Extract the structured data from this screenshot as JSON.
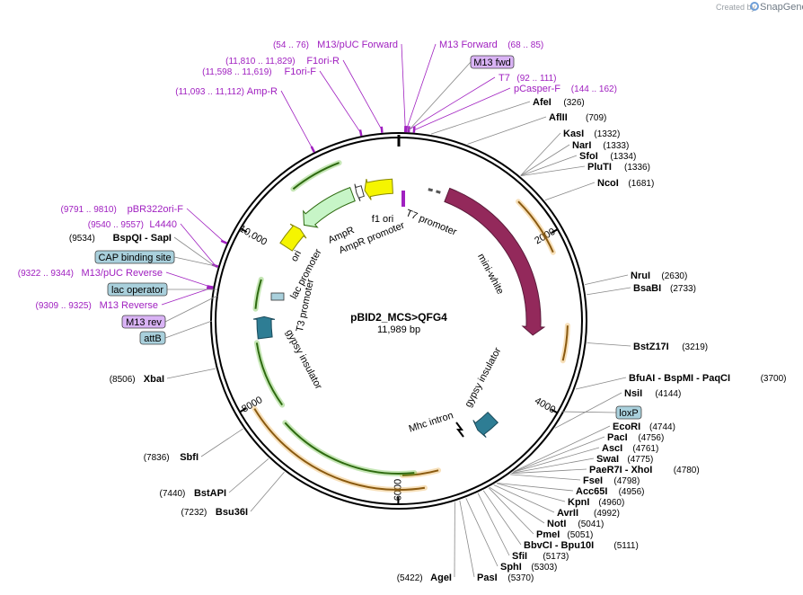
{
  "app": {
    "credit": "Created by",
    "brand": "SnapGene"
  },
  "map": {
    "title": "pBID2_MCS>QFG4",
    "size_label": "11,989 bp",
    "total_bp": 11989
  },
  "chart_data": {
    "type": "plasmid_map",
    "title": "pBID2_MCS>QFG4",
    "length_bp": 11989,
    "ticks": [
      {
        "label": "2000",
        "bp": 2000
      },
      {
        "label": "4000",
        "bp": 4000
      },
      {
        "label": "6000",
        "bp": 6000
      },
      {
        "label": "8000",
        "bp": 8000
      },
      {
        "label": "10,000",
        "bp": 10000
      }
    ],
    "restriction_sites": [
      {
        "name": "AfeI",
        "position": "(326)",
        "bp": 326,
        "side": "right"
      },
      {
        "name": "AflII",
        "position": "(709)",
        "bp": 709,
        "side": "right"
      },
      {
        "name": "KasI",
        "position": "(1332)",
        "bp": 1332,
        "side": "right"
      },
      {
        "name": "NarI",
        "position": "(1333)",
        "bp": 1333,
        "side": "right"
      },
      {
        "name": "SfoI",
        "position": "(1334)",
        "bp": 1334,
        "side": "right"
      },
      {
        "name": "PluTI",
        "position": "(1336)",
        "bp": 1336,
        "side": "right"
      },
      {
        "name": "NcoI",
        "position": "(1681)",
        "bp": 1681,
        "side": "right"
      },
      {
        "name": "NruI",
        "position": "(2630)",
        "bp": 2630,
        "side": "right"
      },
      {
        "name": "BsaBI",
        "position": "(2733)",
        "bp": 2733,
        "side": "right"
      },
      {
        "name": "BstZ17I",
        "position": "(3219)",
        "bp": 3219,
        "side": "right"
      },
      {
        "name": "BfuAI - BspMI - PaqCI",
        "position": "(3700)",
        "bp": 3700,
        "side": "right"
      },
      {
        "name": "NsiI",
        "position": "(4144)",
        "bp": 4144,
        "side": "right"
      },
      {
        "name": "EcoRI",
        "position": "(4744)",
        "bp": 4744,
        "side": "right"
      },
      {
        "name": "PacI",
        "position": "(4756)",
        "bp": 4756,
        "side": "right"
      },
      {
        "name": "AscI",
        "position": "(4761)",
        "bp": 4761,
        "side": "right"
      },
      {
        "name": "SwaI",
        "position": "(4775)",
        "bp": 4775,
        "side": "right"
      },
      {
        "name": "PaeR7I - XhoI",
        "position": "(4780)",
        "bp": 4780,
        "side": "right"
      },
      {
        "name": "FseI",
        "position": "(4798)",
        "bp": 4798,
        "side": "right"
      },
      {
        "name": "Acc65I",
        "position": "(4956)",
        "bp": 4956,
        "side": "right"
      },
      {
        "name": "KpnI",
        "position": "(4960)",
        "bp": 4960,
        "side": "right"
      },
      {
        "name": "AvrII",
        "position": "(4992)",
        "bp": 4992,
        "side": "right"
      },
      {
        "name": "NotI",
        "position": "(5041)",
        "bp": 5041,
        "side": "right"
      },
      {
        "name": "PmeI",
        "position": "(5051)",
        "bp": 5051,
        "side": "right"
      },
      {
        "name": "BbvCI - Bpu10I",
        "position": "(5111)",
        "bp": 5111,
        "side": "right"
      },
      {
        "name": "SfiI",
        "position": "(5173)",
        "bp": 5173,
        "side": "right"
      },
      {
        "name": "SphI",
        "position": "(5303)",
        "bp": 5303,
        "side": "right"
      },
      {
        "name": "PasI",
        "position": "(5370)",
        "bp": 5370,
        "side": "right"
      },
      {
        "name": "AgeI",
        "position": "(5422)",
        "bp": 5422,
        "side": "left"
      },
      {
        "name": "Bsu36I",
        "position": "(7232)",
        "bp": 7232,
        "side": "left"
      },
      {
        "name": "BstAPI",
        "position": "(7440)",
        "bp": 7440,
        "side": "left"
      },
      {
        "name": "SbfI",
        "position": "(7836)",
        "bp": 7836,
        "side": "left"
      },
      {
        "name": "XbaI",
        "position": "(8506)",
        "bp": 8506,
        "side": "left"
      },
      {
        "name": "BspQI - SapI",
        "position": "(9534)",
        "bp": 9534,
        "side": "left"
      }
    ],
    "primers": [
      {
        "name": "M13/pUC Forward",
        "range": "(54 .. 76)",
        "bp": 65
      },
      {
        "name": "F1ori-R",
        "range": "(11,810 .. 11,829)",
        "bp": 11820
      },
      {
        "name": "F1ori-F",
        "range": "(11,598 .. 11,619)",
        "bp": 11608
      },
      {
        "name": "Amp-R",
        "range": "(11,093 .. 11,112)",
        "bp": 11102
      },
      {
        "name": "M13 Forward",
        "range": "(68 .. 85)",
        "bp": 76
      },
      {
        "name": "T7",
        "range": "(92 .. 111)",
        "bp": 101
      },
      {
        "name": "pCasper-F",
        "range": "(144 .. 162)",
        "bp": 153
      },
      {
        "name": "pBR322ori-F",
        "range": "(9791 .. 9810)",
        "bp": 9800
      },
      {
        "name": "L4440",
        "range": "(9540 .. 9557)",
        "bp": 9548
      },
      {
        "name": "M13/pUC Reverse",
        "range": "(9322 .. 9344)",
        "bp": 9333
      },
      {
        "name": "M13 Reverse",
        "range": "(9309 .. 9325)",
        "bp": 9317
      }
    ],
    "feature_badges": [
      {
        "name": "M13 fwd",
        "color": "#d9b3f5"
      },
      {
        "name": "CAP binding site",
        "color": "#a9d0dc"
      },
      {
        "name": "lac operator",
        "color": "#a9d0dc"
      },
      {
        "name": "M13 rev",
        "color": "#d9b3f5"
      },
      {
        "name": "attB",
        "color": "#a9d0dc"
      },
      {
        "name": "loxP",
        "color": "#a9d0dc"
      }
    ],
    "features": [
      {
        "name": "mini-white",
        "color": "#93295b"
      },
      {
        "name": "gypsy insulator",
        "color": "#2e7d94"
      },
      {
        "name": "T7 promoter",
        "color": "#ffffff"
      },
      {
        "name": "f1 ori",
        "color": "#f5f500"
      },
      {
        "name": "AmpR",
        "color": "#c7f5c7"
      },
      {
        "name": "AmpR promoter",
        "color": "#ffffff"
      },
      {
        "name": "ori",
        "color": "#f5f500"
      },
      {
        "name": "lac promoter",
        "color": "#ffffff"
      },
      {
        "name": "T3 promoter",
        "color": "#ffffff"
      },
      {
        "name": "Mhc intron",
        "color": "#000000"
      }
    ],
    "colors": {
      "primer": "#a020c0",
      "orange_arc": "#e8a53a",
      "green_arc": "#59b82a",
      "backbone": "#000000"
    }
  }
}
